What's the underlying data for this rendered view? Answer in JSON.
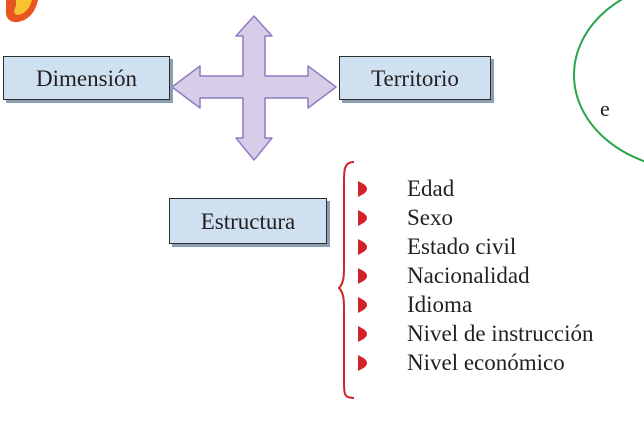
{
  "diagram": {
    "boxes": {
      "dimension": "Dimensión",
      "territory": "Territorio",
      "structure": "Estructura"
    },
    "list_items": [
      "Edad",
      "Sexo",
      "Estado civil",
      "Nacionalidad",
      "Idioma",
      "Nivel de instrucción",
      "Nivel económico"
    ],
    "ellipse_text": "e"
  },
  "colors": {
    "box_fill": "#cfe0f1",
    "arrow_fill": "#d7cde8",
    "arrow_stroke": "#8e7cbf",
    "brace": "#d3232a",
    "bullet": "#d3232a",
    "ellipse_stroke": "#2aa44a"
  }
}
